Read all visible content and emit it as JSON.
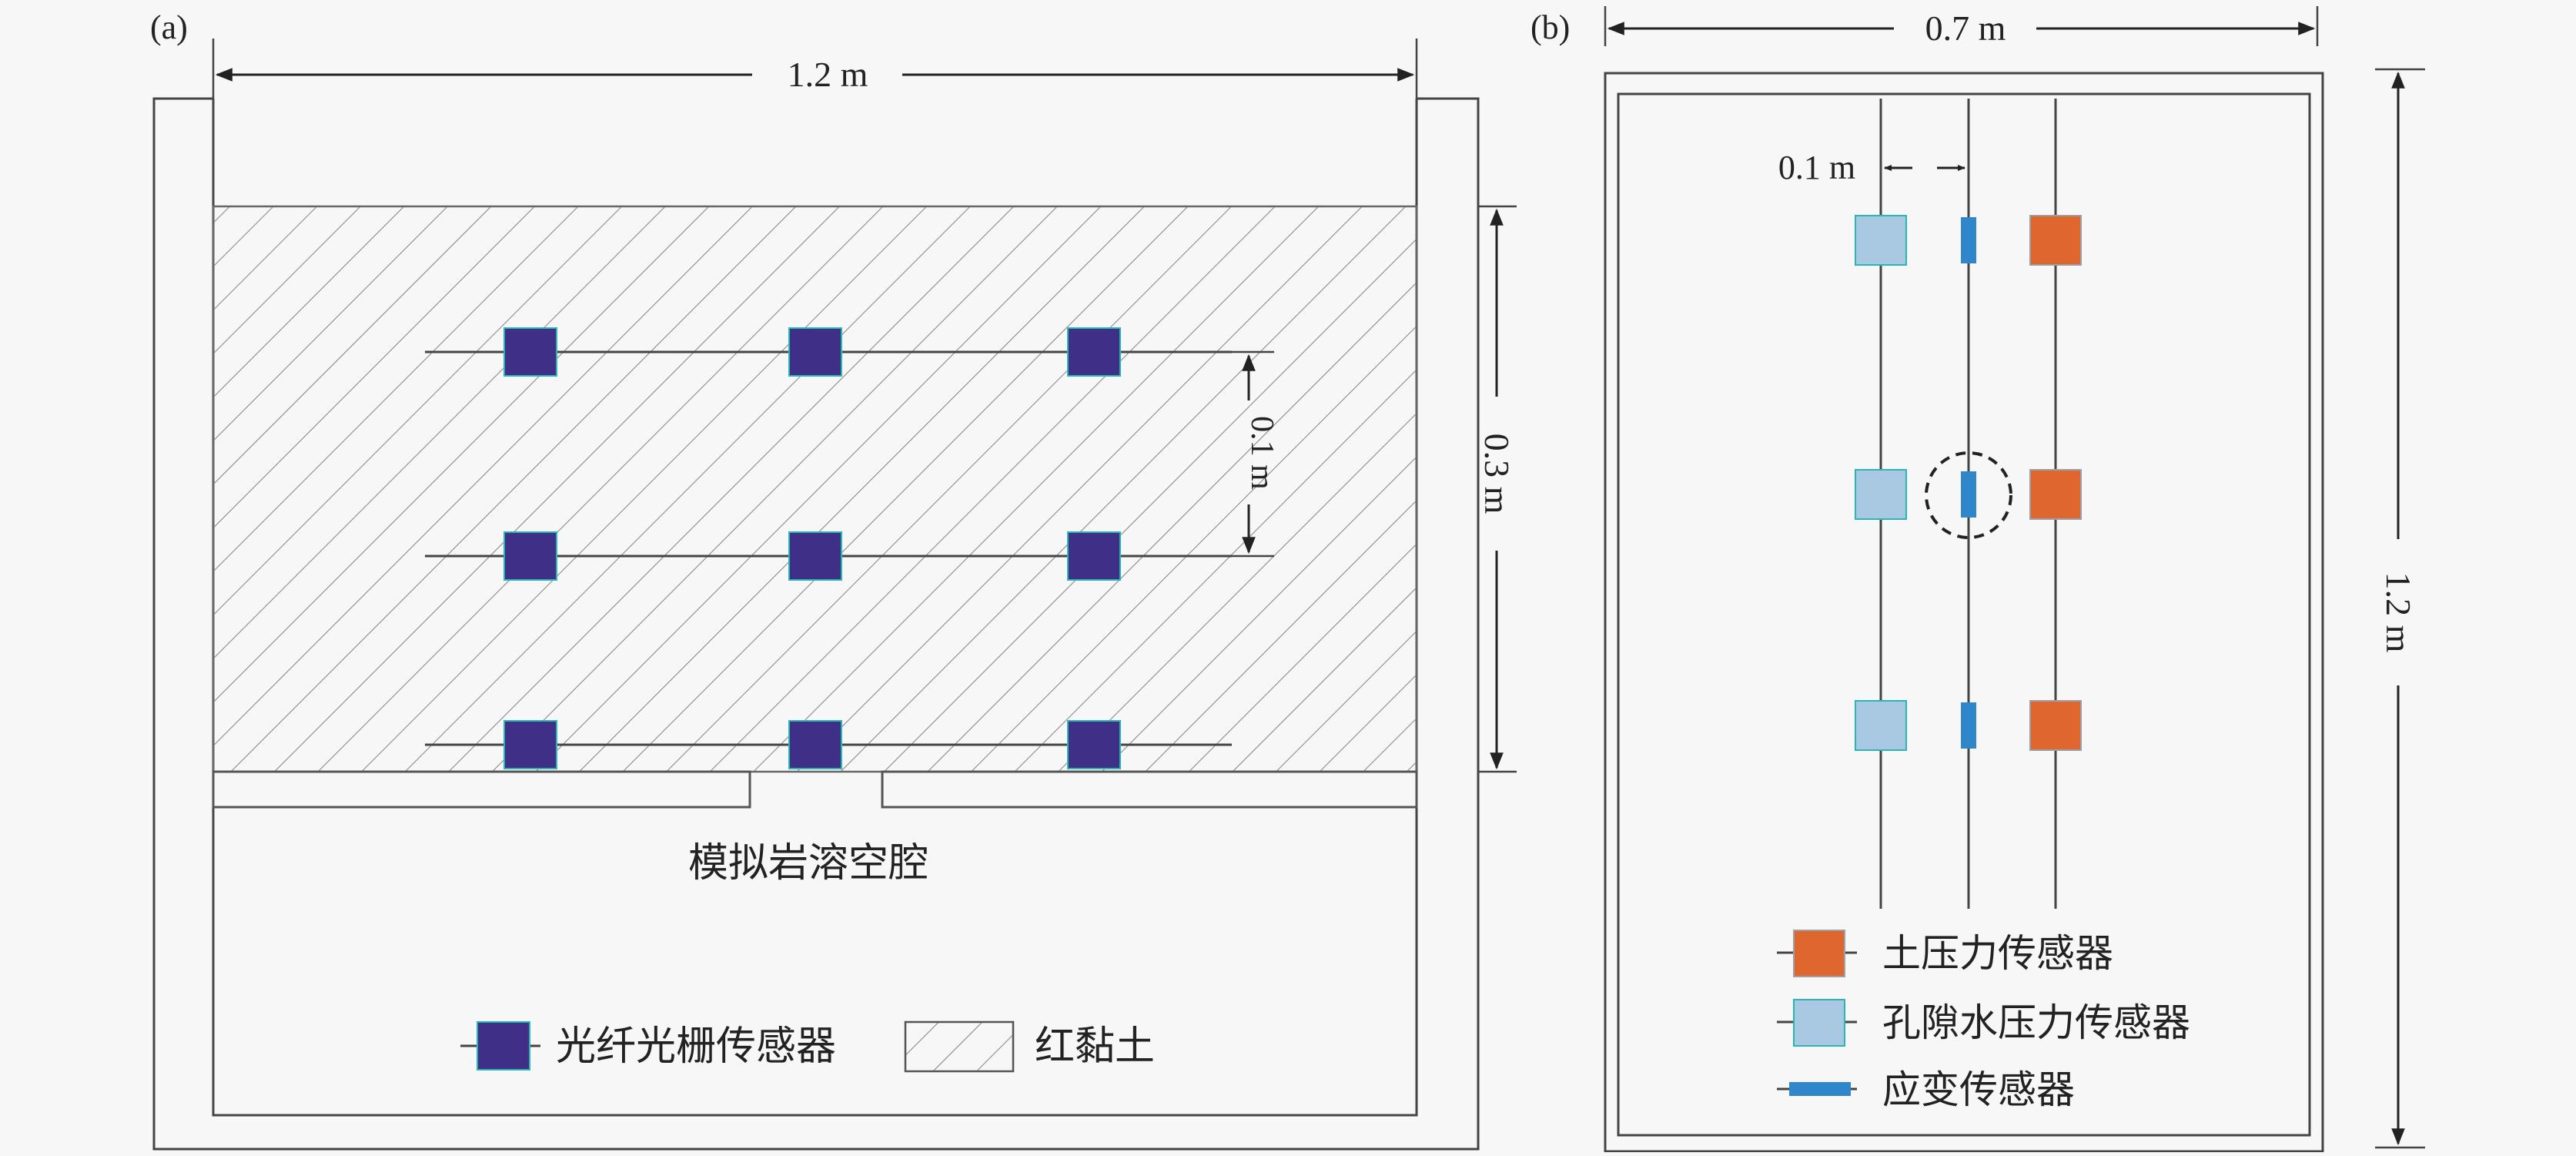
{
  "panel_a": {
    "label": "(a)",
    "width_label": "1.2 m",
    "height_label": "0.3 m",
    "spacing_label": "0.1 m",
    "cavity_label": "模拟岩溶空腔",
    "legend": {
      "sensor_label": "光纤光栅传感器",
      "soil_label": "红黏土"
    },
    "colors": {
      "fbg_sensor": "#3f2f86",
      "hatch": "#8a8a8a"
    }
  },
  "panel_b": {
    "label": "(b)",
    "width_label": "0.7 m",
    "height_label": "1.2 m",
    "spacing_label": "0.1 m",
    "legend": [
      {
        "label": "土压力传感器",
        "color": "#e0662f",
        "shape": "square"
      },
      {
        "label": "孔隙水压力传感器",
        "color": "#a9c9e3",
        "shape": "square"
      },
      {
        "label": "应变传感器",
        "color": "#2f86c9",
        "shape": "bar"
      }
    ]
  }
}
